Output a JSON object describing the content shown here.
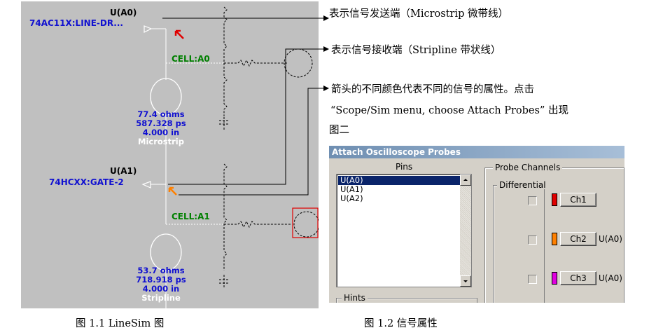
{
  "schematic": {
    "top_driver": {
      "pin": "U(A0)",
      "part": "74AC11X:LINE-DR..."
    },
    "top_receiver_cell": "CELL:A0",
    "top_line": {
      "impedance": "77.4 ohms",
      "delay": "587.328 ps",
      "length": "4.000 in",
      "type": "Microstrip"
    },
    "bottom_driver": {
      "pin": "U(A1)",
      "part": "74HCXX:GATE-2"
    },
    "bottom_receiver_cell": "CELL:A1",
    "bottom_line": {
      "impedance": "53.7 ohms",
      "delay": "718.918 ps",
      "length": "4.000 in",
      "type": "Stripline"
    }
  },
  "annotations": {
    "line1": "表示信号发送端（Microstrip 微带线）",
    "line2": "表示信号接收端（Stripline 带状线）",
    "line3a": "箭头的不同颜色代表不同的信号的属性。点击",
    "line3b": "“Scope/Sim menu, choose Attach Probes”  出现",
    "line3c": "图二"
  },
  "dialog": {
    "title": "Attach Oscilloscope Probes",
    "pins_label": "Pins",
    "pins": [
      "U(A0)",
      "U(A1)",
      "U(A2)"
    ],
    "selected_pin": "U(A0)",
    "probe_channels_label": "Probe Channels",
    "differential_label": "Differential",
    "hints_label": "Hints",
    "channels": [
      {
        "label": "Ch1",
        "color": "#e00000",
        "value": ""
      },
      {
        "label": "Ch2",
        "color": "#ff8000",
        "value": "U(A0)"
      },
      {
        "label": "Ch3",
        "color": "#e000e0",
        "value": "U(A0)"
      }
    ]
  },
  "captions": {
    "fig1": "图 1.1 LineSim 图",
    "fig2": "图 1.2  信号属性"
  },
  "colors": {
    "schematic_bg": "#c0c0c0",
    "dialog_bg": "#d4d0c8",
    "selection": "#0a246a"
  }
}
